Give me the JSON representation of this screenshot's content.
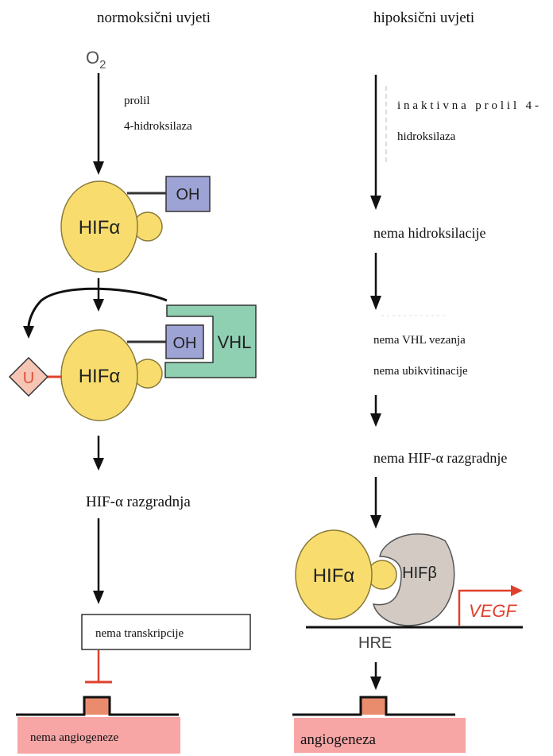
{
  "headers": {
    "normoxic": "normoksični uvjeti",
    "hypoxic": "hipoksični uvjeti"
  },
  "left": {
    "o2_label": "O",
    "o2_subscript": "2",
    "enzyme_line1": "prolil",
    "enzyme_line2": "4-hidroksilaza",
    "hif_label_1": "HIFα",
    "oh_label_1": "OH",
    "hif_label_2": "HIFα",
    "oh_label_2": "OH",
    "vhl_label": "VHL",
    "ubiquitin_label": "U",
    "degradation_label": "HIF-α razgradnja",
    "no_transcription_label": "nema transkripcije",
    "no_angiogenesis_label": "nema angiogeneze"
  },
  "right": {
    "inactive_line1": "inaktivna prolil 4-",
    "inactive_line2": "hidroksilaza",
    "no_hydroxylation": "nema hidroksilacije",
    "no_vhl_binding": "nema VHL vezanja",
    "no_ubiquitination": "nema ubikvitinacije",
    "no_degradation": "nema HIF-α razgradnje",
    "hif_alpha_label": "HIFα",
    "hif_beta_label": "HIFβ",
    "vegf_label": "VEGF",
    "hre_label": "HRE",
    "angiogenesis_label": "angiogeneza"
  },
  "colors": {
    "hif_alpha_fill": "#f8dd6e",
    "hif_alpha_stroke": "#8a7a3a",
    "oh_fill": "#9ea3d6",
    "vhl_fill": "#8fcfb2",
    "ubiquitin_fill": "#f6c5b4",
    "ubiquitin_text": "#e0503a",
    "hif_beta_fill": "#d2cac3",
    "vegf_red": "#e0402e",
    "angio_box_fill": "#f7a5a5",
    "membrane_bump": "#e98c6e"
  }
}
